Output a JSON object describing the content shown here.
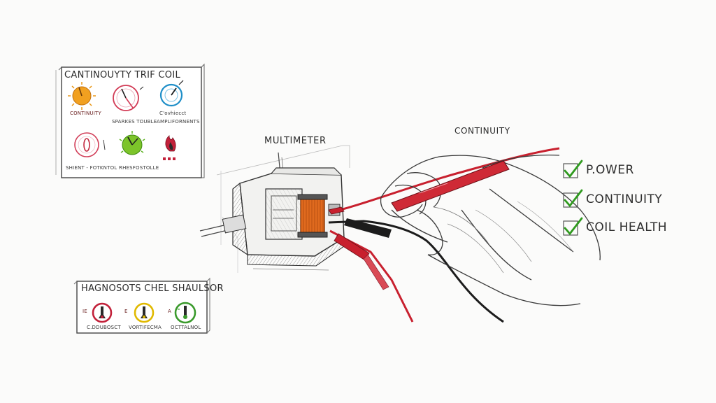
{
  "labels": {
    "multimeter": "MULTIMETER",
    "continuity": "CONTINUITY"
  },
  "card_top": {
    "title": "CANTINOUYTY TRIF COIL",
    "icons": [
      {
        "caption": "CONTINUITY",
        "icon": "sun-gauge-icon",
        "color": "#e8920c"
      },
      {
        "caption": "SPARKES TOUBLE",
        "icon": "dial-gauge-icon",
        "color": "#d23a55"
      },
      {
        "caption": "C'ovhiecct",
        "icon": "meter-gauge-icon",
        "color": "#1f8fc8"
      },
      {
        "caption": "SHIENT - FOTKNTOL",
        "icon": "resistance-icon",
        "color": "#d2405a"
      },
      {
        "caption": "RHESFOSTOLLE",
        "icon": "spark-gauge-icon",
        "color": "#5ab21e"
      },
      {
        "caption": "",
        "icon": "fire-icon",
        "color": "#c2213a"
      }
    ],
    "side_marks": [
      "AMPLIFORNENTS"
    ]
  },
  "card_bottom": {
    "title": "HAGNOSOTS CHEL SHAULSOR",
    "icons": [
      {
        "prefix": "IE",
        "caption": "C.DDUBOSCT",
        "icon": "thermometer-red-icon",
        "color": "#c2213a"
      },
      {
        "prefix": "E",
        "caption": "VORTIFECMA",
        "icon": "thermometer-yellow-icon",
        "color": "#e0b900"
      },
      {
        "prefix": "A",
        "caption": "OCTTALNOL",
        "icon": "thermometer-green-icon",
        "color": "#3a9a2c"
      }
    ]
  },
  "checklist": [
    {
      "label": "P.OWER",
      "checked": true
    },
    {
      "label": "CONTINUITY",
      "checked": true
    },
    {
      "label": "COIL HEALTH",
      "checked": true
    }
  ],
  "colors": {
    "probe_red": "#c8202e",
    "probe_black": "#1c1c1c",
    "coil_orange": "#e06a1e",
    "check_green": "#2f9a1e",
    "pencil": "#3a3a3a"
  }
}
